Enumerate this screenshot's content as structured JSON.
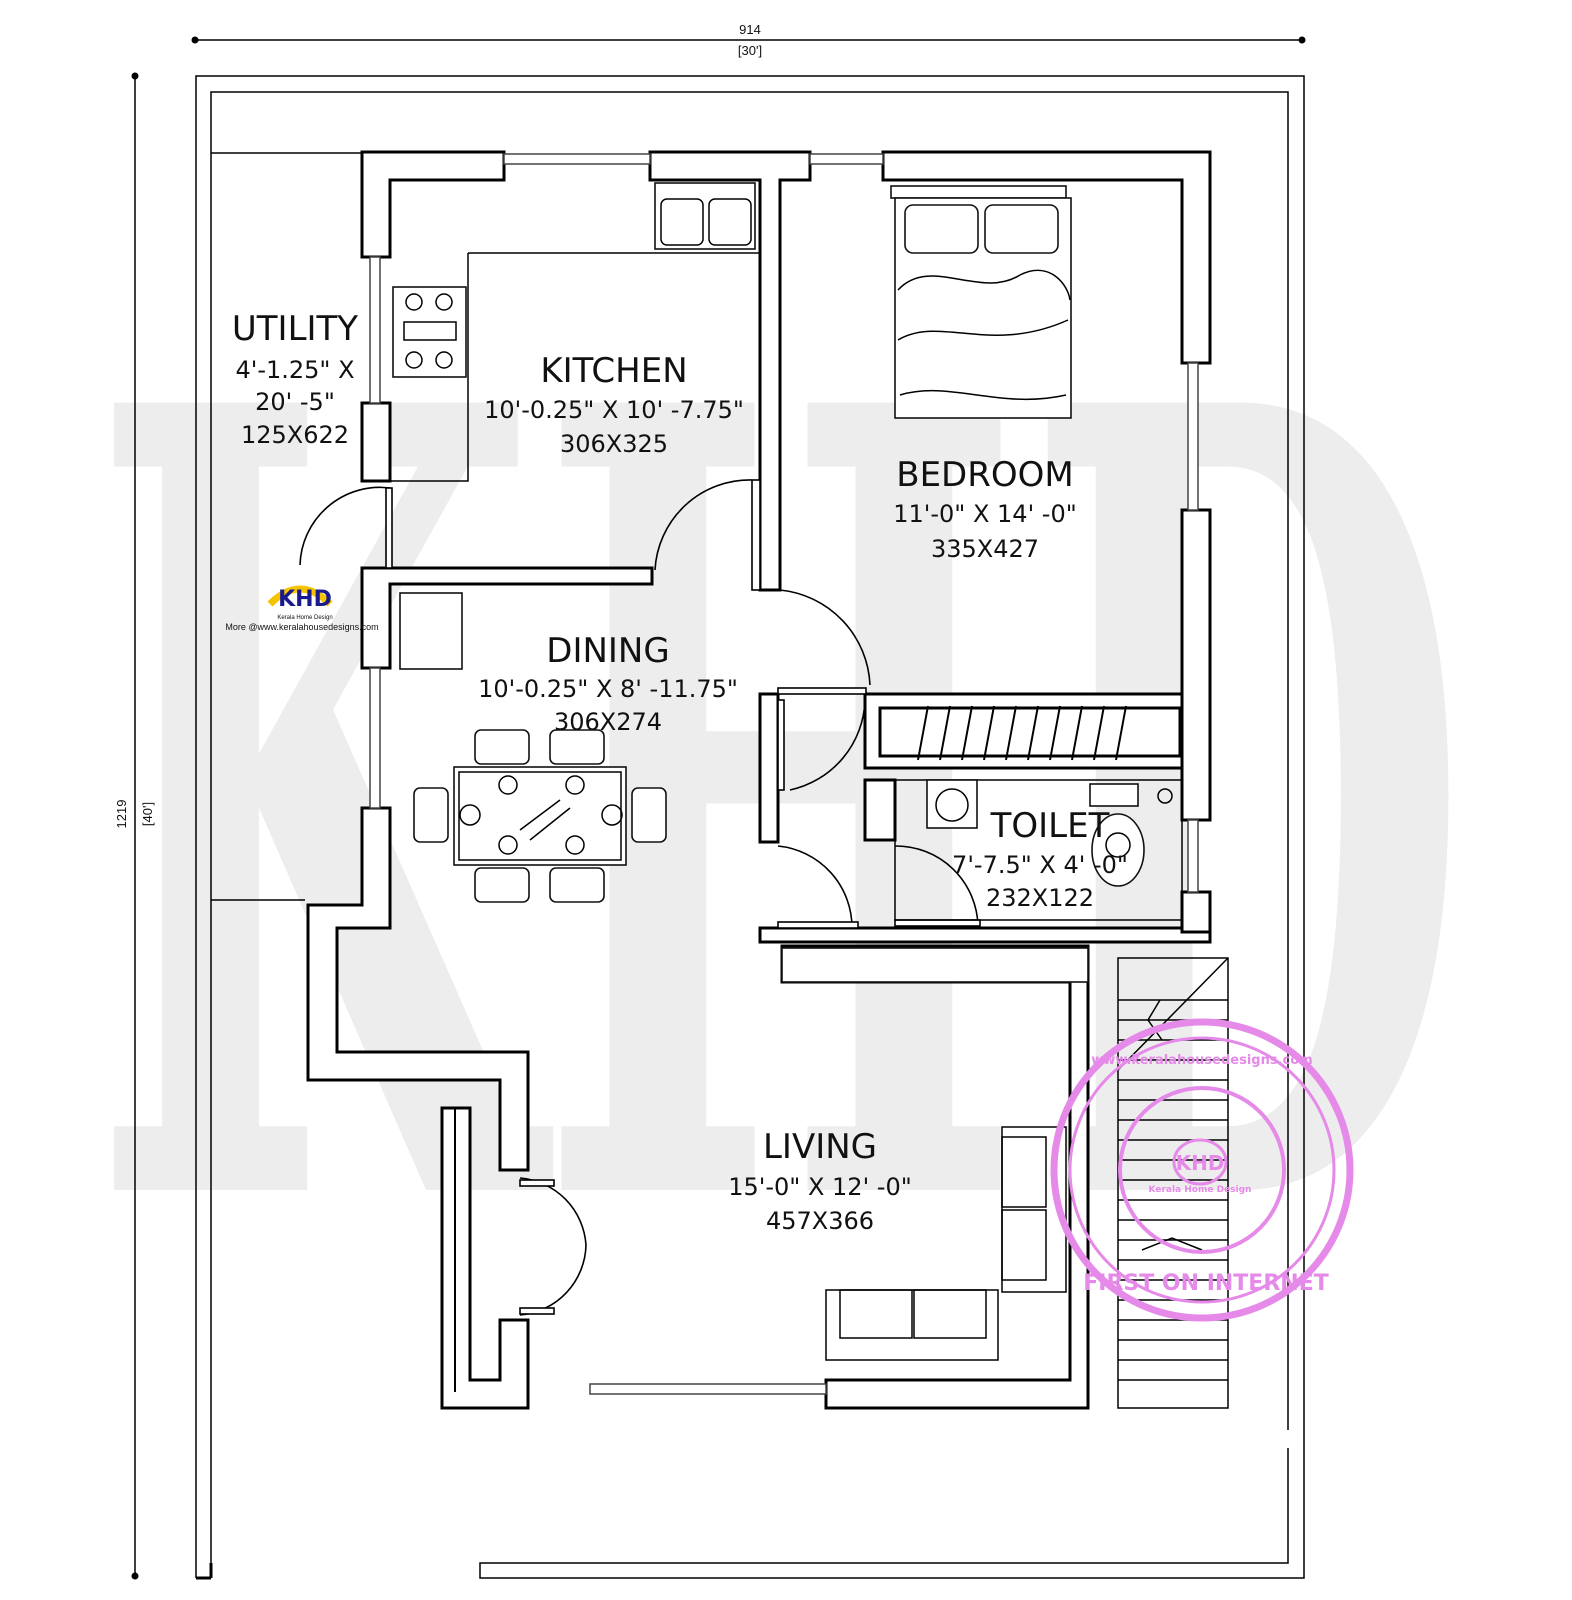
{
  "overall": {
    "width_cm": "914",
    "width_ft": "[30']",
    "depth_cm": "1219",
    "depth_ft": "[40']"
  },
  "watermark": {
    "text": "KHD"
  },
  "rooms": {
    "utility": {
      "name": "UTILITY",
      "size": "4'-1.25\" X",
      "size2": "20' -5\"",
      "metric": "125X622"
    },
    "kitchen": {
      "name": "KITCHEN",
      "size": "10'-0.25\" X 10' -7.75\"",
      "metric": "306X325"
    },
    "bedroom": {
      "name": "BEDROOM",
      "size": "11'-0\" X 14' -0\"",
      "metric": "335X427"
    },
    "dining": {
      "name": "DINING",
      "size": "10'-0.25\" X 8' -11.75\"",
      "metric": "306X274"
    },
    "toilet": {
      "name": "TOILET",
      "size": "7'-7.5\" X 4' -0\"",
      "metric": "232X122"
    },
    "living": {
      "name": "LIVING",
      "size": "15'-0\" X 12' -0\"",
      "metric": "457X366"
    }
  },
  "logo": {
    "mark": "KHD",
    "tagline": "Kerala Home Design",
    "url": "More @www.keralahousedesigns.com"
  },
  "stamp": {
    "mark": "KHD",
    "top_text": "www.keralahousedesigns.com",
    "bottom_text": "FIRST ON INTERNET",
    "inner_text": "Kerala Home Design"
  },
  "colors": {
    "wall": "#000000",
    "watermark": "#ededed",
    "stamp": "#e58ae8",
    "logo_blue": "#1a1a8c",
    "logo_yellow": "#f5c400"
  }
}
